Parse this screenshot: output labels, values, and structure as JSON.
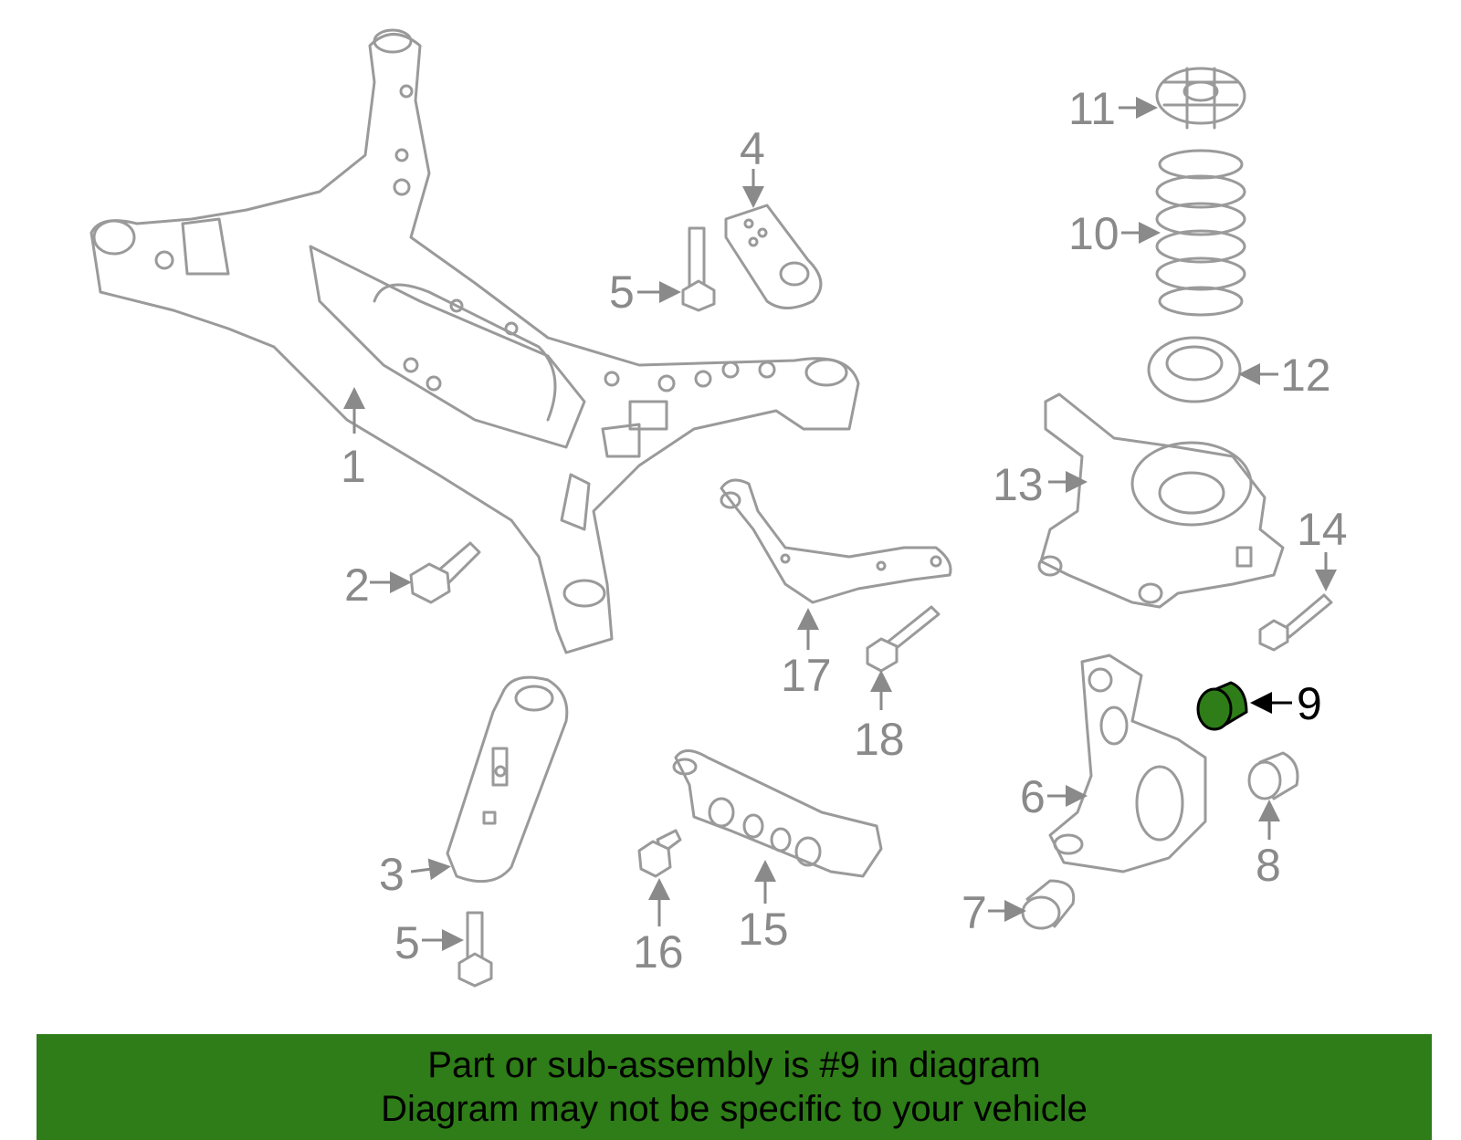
{
  "callouts": {
    "c1": "1",
    "c2": "2",
    "c3": "3",
    "c4": "4",
    "c5a": "5",
    "c5b": "5",
    "c6": "6",
    "c7": "7",
    "c8": "8",
    "c9": "9",
    "c10": "10",
    "c11": "11",
    "c12": "12",
    "c13": "13",
    "c14": "14",
    "c15": "15",
    "c16": "16",
    "c17": "17",
    "c18": "18"
  },
  "highlighted_part": "9",
  "colors": {
    "highlight": "#2e7d18",
    "line": "#9a9a9a",
    "banner": "#2e7d18"
  },
  "banner": {
    "line1": "Part or sub-assembly is #9 in diagram",
    "line2": "Diagram may not be specific to your vehicle"
  }
}
